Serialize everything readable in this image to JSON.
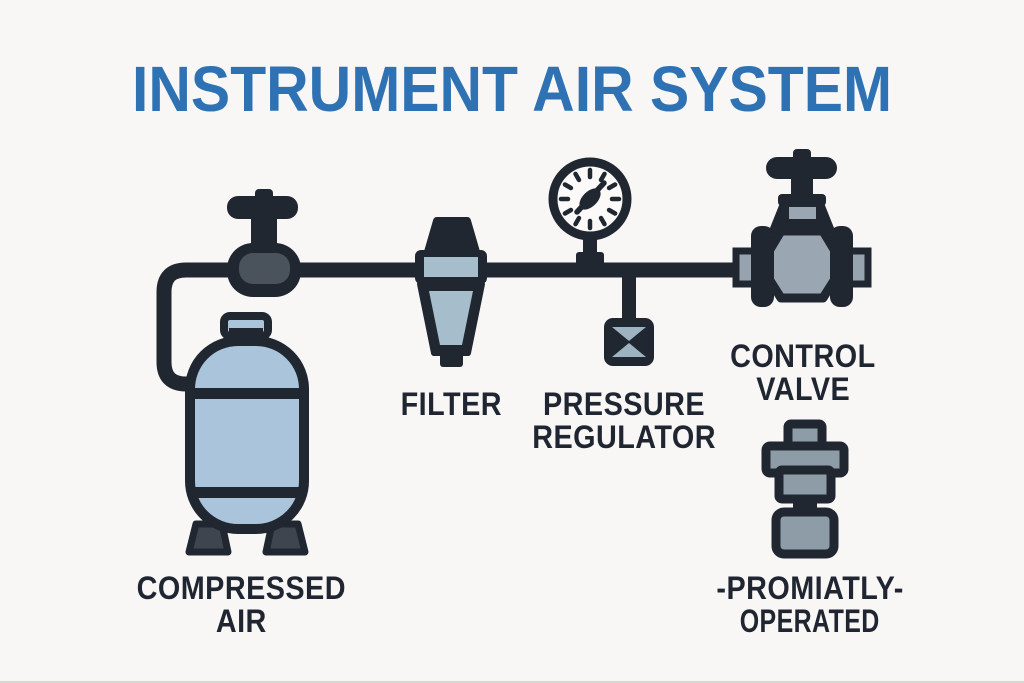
{
  "title": {
    "text": "INSTRUMENT AIR SYSTEM"
  },
  "components": {
    "compressed_air_tank": {
      "icon": "air-tank-icon",
      "label": [
        "COMPRESSED",
        "AIR"
      ]
    },
    "filter": {
      "icon": "inline-filter-icon",
      "label": [
        "FILTER"
      ]
    },
    "pressure_regulator": {
      "icon": "pressure-gauge-and-regulator-icon",
      "label": [
        "PRESSURE",
        "REGULATOR"
      ]
    },
    "control_valve": {
      "icon": "globe-valve-icon",
      "label": [
        "CONTROL",
        "VALVE"
      ]
    },
    "pneumatic_actuator": {
      "icon": "pneumatic-actuator-icon",
      "label": [
        "-PROMIATLY-",
        "OPERATED"
      ]
    }
  },
  "colors": {
    "background": "#f8f7f5",
    "outline_dark": "#212731",
    "label_text": "#1f2631",
    "title_blue": "#2f72b4",
    "tank_fill": "#a9c4db",
    "filter_fill": "#a6bdcb",
    "valve_body_gray": "#9aa7b3",
    "actuator_gray": "#8e9ca7",
    "regulator_inner": "#9db3c2",
    "tank_valve_inner": "#4a525b",
    "gauge_face": "#fbfaf9",
    "feet_gray": "#3e454e"
  }
}
